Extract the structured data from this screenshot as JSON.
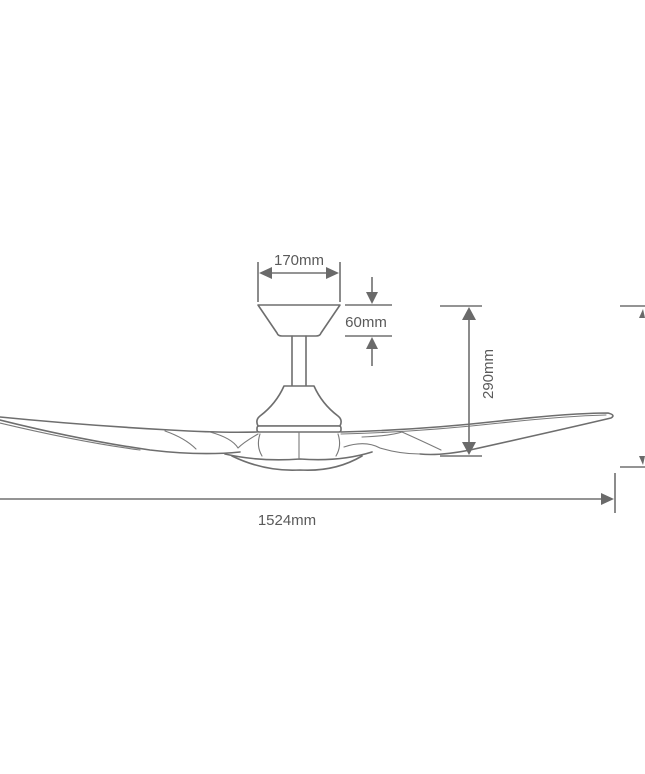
{
  "diagram": {
    "subject": "Ceiling fan side-view dimension drawing",
    "line_color": "#6e6e6e",
    "dimensions": {
      "canopy_width": {
        "label": "170mm"
      },
      "canopy_height": {
        "label": "60mm"
      },
      "fan_drop_height": {
        "label": "290mm"
      },
      "blade_span": {
        "label": "1524mm"
      }
    },
    "parts": [
      "canopy",
      "downrod",
      "motor-housing",
      "blades",
      "light-dome"
    ]
  }
}
